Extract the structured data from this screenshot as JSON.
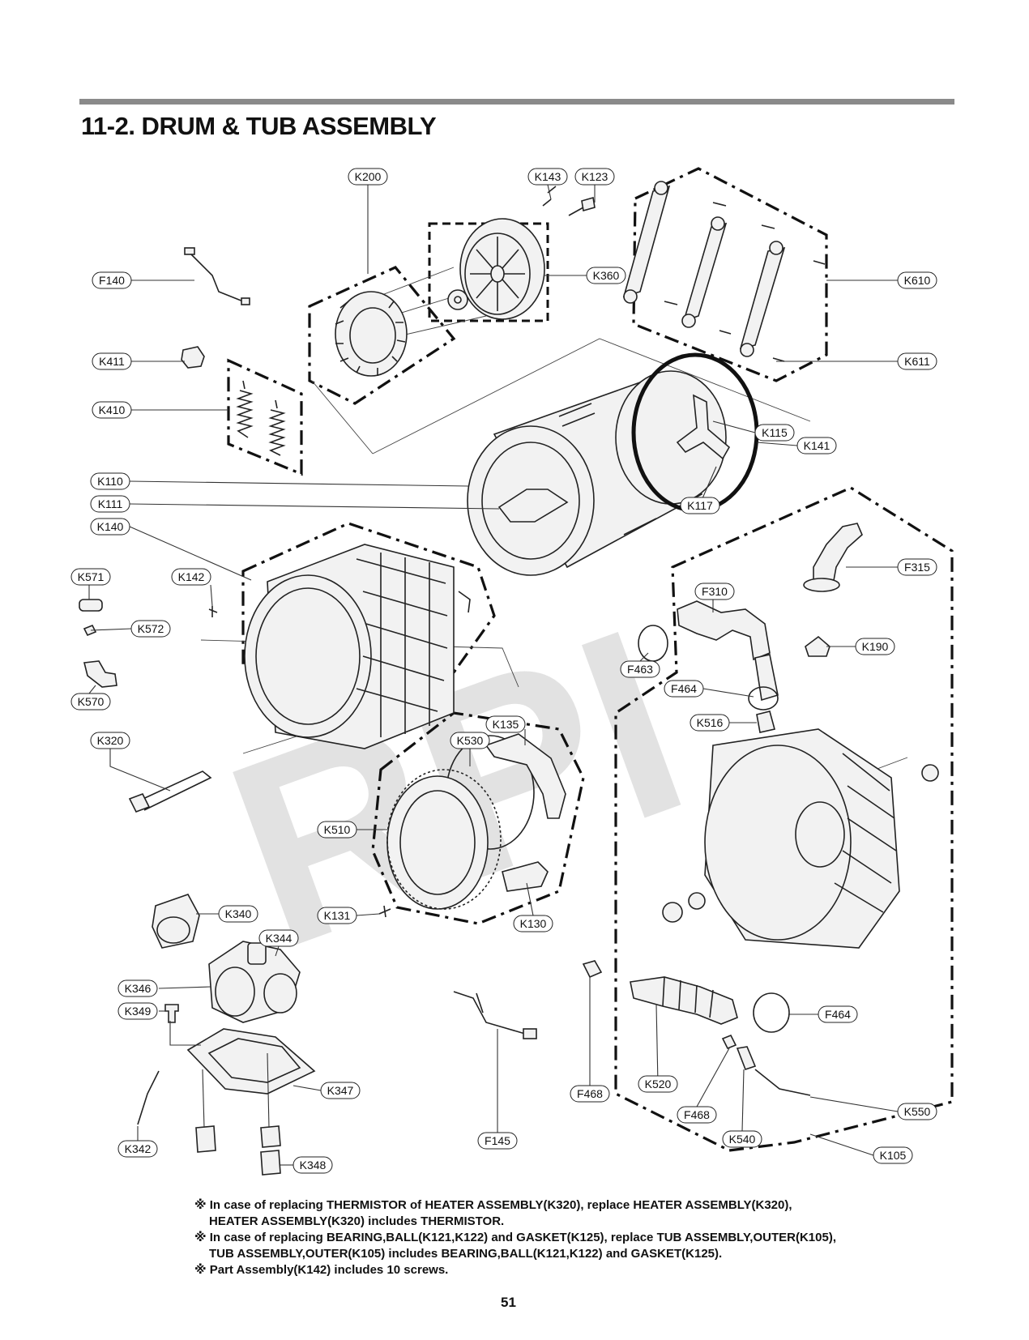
{
  "header": {
    "title": "11-2. DRUM & TUB ASSEMBLY"
  },
  "watermark": "RPI",
  "callouts": [
    "K200",
    "K143",
    "K123",
    "K360",
    "K610",
    "K611",
    "F140",
    "K411",
    "K410",
    "K115",
    "K141",
    "K110",
    "K111",
    "K117",
    "K140",
    "K571",
    "K142",
    "K572",
    "K570",
    "F315",
    "F310",
    "K190",
    "F463",
    "F464",
    "K516",
    "K320",
    "K135",
    "K530",
    "K510",
    "K131",
    "K130",
    "K340",
    "K344",
    "K346",
    "K349",
    "K347",
    "K342",
    "K348",
    "F145",
    "F468",
    "K520",
    "F468",
    "K540",
    "F464",
    "K550",
    "K105"
  ],
  "notes": [
    "※ In case of replacing THERMISTOR of HEATER ASSEMBLY(K320), replace HEATER ASSEMBLY(K320),",
    "HEATER ASSEMBLY(K320) includes THERMISTOR.",
    "※ In case of replacing BEARING,BALL(K121,K122) and GASKET(K125), replace TUB ASSEMBLY,OUTER(K105),",
    "TUB ASSEMBLY,OUTER(K105) includes BEARING,BALL(K121,K122) and GASKET(K125).",
    "※ Part Assembly(K142) includes 10 screws."
  ],
  "page_number": "51"
}
